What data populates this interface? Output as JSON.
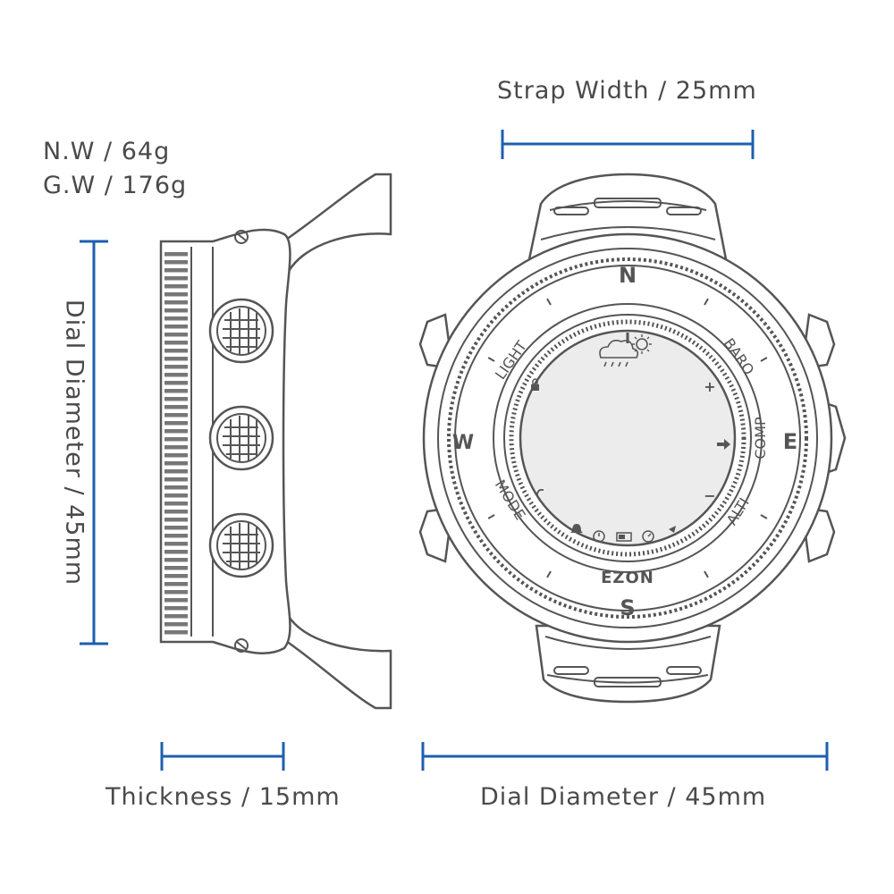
{
  "weights": {
    "net": "N.W / 64g",
    "gross": "G.W / 176g"
  },
  "dimensions": {
    "strap_width": "Strap Width / 25mm",
    "thickness": "Thickness / 15mm",
    "dial_diameter_bottom": "Dial Diameter / 45mm",
    "dial_diameter_side": "Dial Diameter / 45mm"
  },
  "watch_face": {
    "compass": {
      "north": "N",
      "east": "E",
      "south": "S",
      "west": "W"
    },
    "buttons": {
      "light": "LIGHT",
      "baro": "BARO",
      "comp": "COMP",
      "alti": "ALTI",
      "mode": "MODE"
    },
    "symbols": {
      "plus": "+",
      "minus": "−"
    },
    "brand": "EZON"
  },
  "colors": {
    "dimension_line": "#1d5fb0",
    "outline": "#555555",
    "text": "#4a4a4a"
  }
}
